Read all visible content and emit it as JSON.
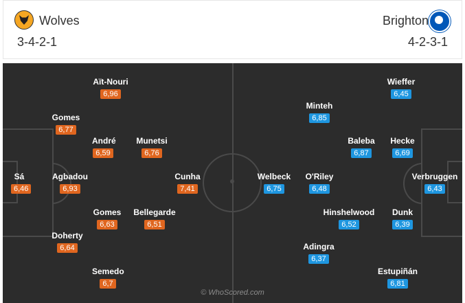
{
  "home": {
    "name": "Wolves",
    "formation": "3-4-2-1",
    "players": [
      {
        "name": "Aït-Nouri",
        "rating": "6,96"
      },
      {
        "name": "Gomes",
        "rating": "6,77"
      },
      {
        "name": "André",
        "rating": "6,59"
      },
      {
        "name": "Munetsi",
        "rating": "6,76"
      },
      {
        "name": "Sá",
        "rating": "6,46"
      },
      {
        "name": "Agbadou",
        "rating": "6,93"
      },
      {
        "name": "Cunha",
        "rating": "7,41"
      },
      {
        "name": "Gomes",
        "rating": "6,63"
      },
      {
        "name": "Bellegarde",
        "rating": "6,51"
      },
      {
        "name": "Doherty",
        "rating": "6,64"
      },
      {
        "name": "Semedo",
        "rating": "6,7"
      }
    ]
  },
  "away": {
    "name": "Brighton",
    "formation": "4-2-3-1",
    "players": [
      {
        "name": "Wieffer",
        "rating": "6,45"
      },
      {
        "name": "Minteh",
        "rating": "6,85"
      },
      {
        "name": "Baleba",
        "rating": "6,87"
      },
      {
        "name": "Hecke",
        "rating": "6,69"
      },
      {
        "name": "Welbeck",
        "rating": "6,75"
      },
      {
        "name": "O'Riley",
        "rating": "6,48"
      },
      {
        "name": "Verbruggen",
        "rating": "6,43"
      },
      {
        "name": "Hinshelwood",
        "rating": "6,52"
      },
      {
        "name": "Dunk",
        "rating": "6,39"
      },
      {
        "name": "Adingra",
        "rating": "6,37"
      },
      {
        "name": "Estupiñán",
        "rating": "6,81"
      }
    ]
  },
  "watermark": "© WhoScored.com",
  "colors": {
    "home_rating": "#e0661f",
    "away_rating": "#1e96e0",
    "pitch": "#2c2c2c"
  },
  "icons": {
    "home_badge": "wolves-crest-icon",
    "away_badge": "brighton-crest-icon"
  }
}
